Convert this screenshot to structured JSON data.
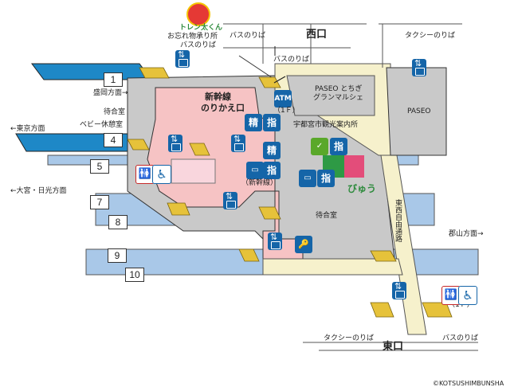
{
  "labels": {
    "kanto_bus": "お忘れ物承り所",
    "bus_upper": "バスのりば",
    "bus_top": "バスのりば",
    "west_exit": "西口",
    "taxi_west": "タクシーのりば",
    "bus_west": "バスのりば",
    "paseo_tochigi_1": "PASEO とちぎ",
    "paseo_tochigi_2": "グランマルシェ",
    "paseo": "PASEO",
    "atm": "ATM",
    "atm_floor": "（1Ｆ）",
    "shinkansen_transfer_1": "新幹線",
    "shinkansen_transfer_2": "のりかえ口",
    "waiting_room_n": "待合室",
    "baby_room": "ベビー休憩室",
    "tourist_info": "宇都宮市観光案内所",
    "shinkansen_paren": "（新幹線）",
    "waiting_room_s": "待合室",
    "east_west_passage": "東西自由通路",
    "to_morioka": "盛岡方面→",
    "to_tokyo": "←東京方面",
    "to_omiya": "←大宮・日光方面",
    "to_koriyama": "郡山方面→",
    "taxi_east": "タクシーのりば",
    "east_exit": "東口",
    "bus_east": "バスのりば",
    "toilet_floor": "（1Ｆ）",
    "copyright": "©KOTSUSHIMBUNSHA",
    "mascot_name": "トレン太くん",
    "viewplaza": "びゅう",
    "kanji_sei": "精",
    "kanji_shi": "指"
  },
  "platforms": [
    "1",
    "4",
    "5",
    "7",
    "8",
    "9",
    "10"
  ],
  "colors": {
    "platform_blue": "#1e88c7",
    "platform_light": "#a9c8e8",
    "concourse_pink": "#f6c3c4",
    "concourse_cream": "#f6f1cc",
    "building_gray": "#c9c9c9",
    "icon_blue": "#1565a8",
    "icon_green": "#5aa82a",
    "shop_green": "#2e9a45",
    "shop_pink": "#e34d7a"
  }
}
